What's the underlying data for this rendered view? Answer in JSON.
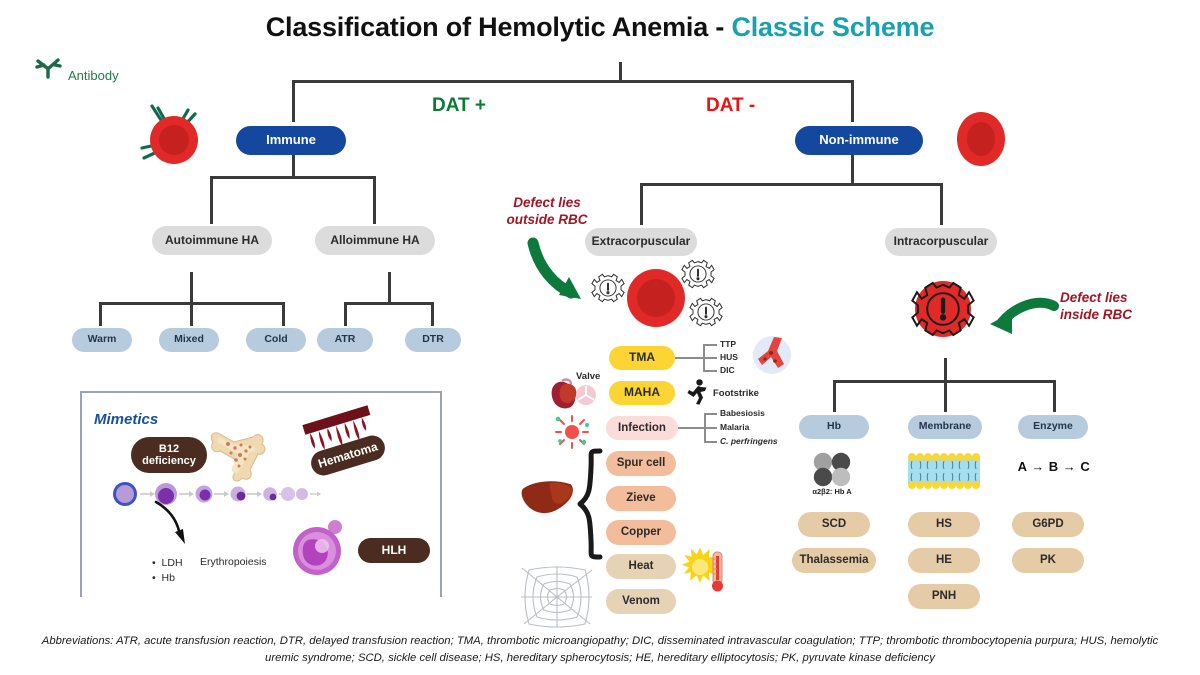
{
  "title": {
    "main": "Classification of Hemolytic Anemia - ",
    "accent": "Classic Scheme"
  },
  "legend": {
    "antibody_label": "Antibody"
  },
  "branch_labels": {
    "dat_positive": "DAT +",
    "dat_negative": "DAT -"
  },
  "notes": {
    "outside_rbc": "Defect lies\noutside RBC",
    "inside_rbc": "Defect lies\ninside RBC"
  },
  "tree": {
    "immune": "Immune",
    "non_immune": "Non-immune",
    "autoimmune": "Autoimmune HA",
    "alloimmune": "Alloimmune HA",
    "autoimmune_children": [
      "Warm",
      "Mixed",
      "Cold"
    ],
    "alloimmune_children": [
      "ATR",
      "DTR"
    ],
    "extracorpuscular": "Extracorpuscular",
    "intracorpuscular": "Intracorpuscular"
  },
  "extracorpuscular": {
    "tma": {
      "label": "TMA",
      "children": [
        "TTP",
        "HUS",
        "DIC"
      ]
    },
    "maha": {
      "label": "MAHA",
      "annotation": "Footstrike",
      "valve_label": "Valve"
    },
    "infection": {
      "label": "Infection",
      "children": [
        "Babesiosis",
        "Malaria",
        "C. perfringens"
      ]
    },
    "liver_group": [
      "Spur cell",
      "Zieve",
      "Copper"
    ],
    "other": [
      "Heat",
      "Venom"
    ]
  },
  "intracorpuscular": {
    "columns": [
      {
        "header": "Hb",
        "caption": "α2β2: Hb A",
        "items": [
          "SCD",
          "Thalassemia"
        ]
      },
      {
        "header": "Membrane",
        "caption": "",
        "items": [
          "HS",
          "HE",
          "PNH"
        ]
      },
      {
        "header": "Enzyme",
        "caption": "A → B → C",
        "items": [
          "G6PD",
          "PK"
        ]
      }
    ]
  },
  "mimetics": {
    "title": "Mimetics",
    "b12": "B12\ndeficiency",
    "hematoma": "Hematoma",
    "hlh": "HLH",
    "erythropoiesis": "Erythropoiesis",
    "bullets": [
      "LDH",
      "Hb"
    ]
  },
  "footnote": "Abbreviations: ATR, acute transfusion reaction, DTR, delayed transfusion reaction; TMA, thrombotic microangiopathy; DIC, disseminated intravascular coagulation; TTP; thrombotic thrombocytopenia purpura; HUS, hemolytic uremic syndrome; SCD, sickle cell disease; HS, hereditary spherocytosis; HE, hereditary elliptocytosis; PK, pyruvate kinase deficiency",
  "colors": {
    "accent_teal": "#18a2b0",
    "brand_blue": "#14479e",
    "dat_positive_green": "#0b7a33",
    "dat_negative_red": "#ee1111",
    "note_red": "#a31524",
    "arrow_green": "#0d7a3c",
    "rbc_red": "#e12a28",
    "yellow": "#fcd535",
    "steel": "#b7cbdf",
    "sand": "#e5cba6",
    "brown": "#4a2c20"
  }
}
